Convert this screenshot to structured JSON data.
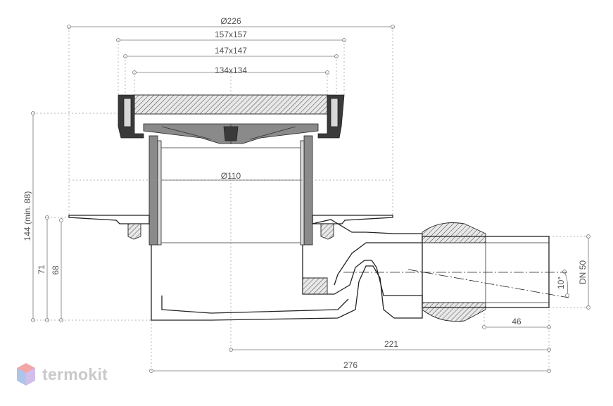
{
  "dimensions": {
    "outer_diameter": "Ø226",
    "frame_outer": "157x157",
    "frame_inner": "147x147",
    "grate": "134x134",
    "pipe_diameter": "Ø110",
    "total_height": "144 (min. 88)",
    "height_71": "71",
    "height_68": "68",
    "outlet_size": "DN 50",
    "outlet_angle": "10°",
    "length_46": "46",
    "length_221": "221",
    "length_276": "276"
  },
  "brand": {
    "name": "termokit",
    "logo_colors": [
      "#e85c5c",
      "#4a7fd0",
      "#9b6fd0"
    ]
  }
}
